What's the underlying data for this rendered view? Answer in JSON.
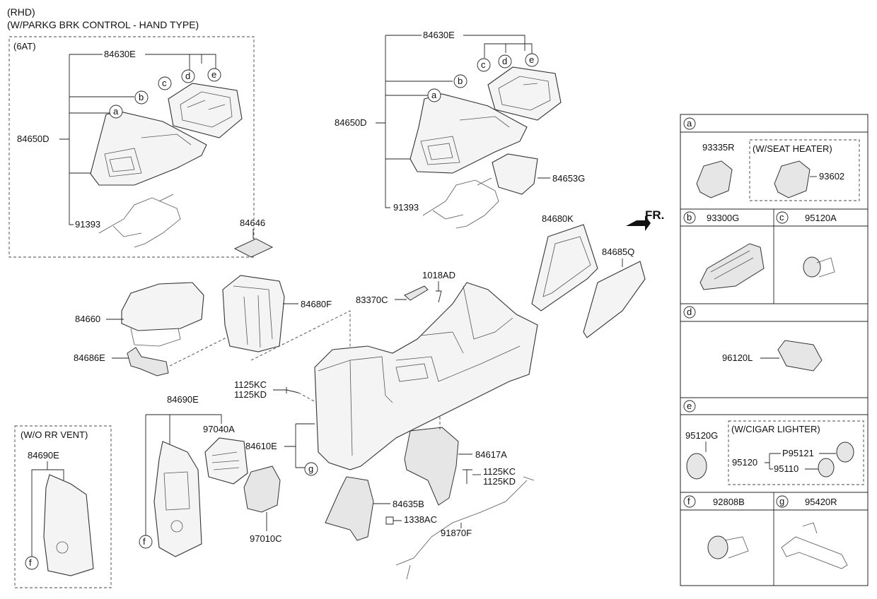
{
  "header": {
    "line1": "(RHD)",
    "line2": "(W/PARKG BRK CONTROL - HAND TYPE)"
  },
  "box_6at": {
    "title": "(6AT)"
  },
  "box_wo_rr_vent": {
    "title": "(W/O RR VENT)"
  },
  "front_indicator": "FR.",
  "parts": {
    "p84630E": "84630E",
    "p84650D": "84650D",
    "p91393": "91393",
    "p84653G": "84653G",
    "p84646": "84646",
    "p84660": "84660",
    "p84680F": "84680F",
    "p84686E": "84686E",
    "p1018AD": "1018AD",
    "p83370C": "83370C",
    "p84680K": "84680K",
    "p84685Q": "84685Q",
    "p1125KC": "1125KC",
    "p1125KD": "1125KD",
    "p84690E": "84690E",
    "p97040A": "97040A",
    "p84610E": "84610E",
    "p84617A": "84617A",
    "p84635B": "84635B",
    "p1338AC": "1338AC",
    "p91870F": "91870F",
    "p97010C": "97010C"
  },
  "callouts": {
    "a": "a",
    "b": "b",
    "c": "c",
    "d": "d",
    "e": "e",
    "f": "f",
    "g": "g"
  },
  "legend": {
    "a": {
      "letter": "a",
      "part": "93335R",
      "option": "(W/SEAT HEATER)",
      "option_part": "93602"
    },
    "b": {
      "letter": "b",
      "part": "93300G"
    },
    "c": {
      "letter": "c",
      "part": "95120A"
    },
    "d": {
      "letter": "d",
      "part": "96120L"
    },
    "e": {
      "letter": "e",
      "part": "95120G",
      "option": "(W/CIGAR LIGHTER)",
      "assy": "95120",
      "sub1": "P95121",
      "sub2": "95110"
    },
    "f": {
      "letter": "f",
      "part": "92808B"
    },
    "g": {
      "letter": "g",
      "part": "95420R"
    }
  }
}
